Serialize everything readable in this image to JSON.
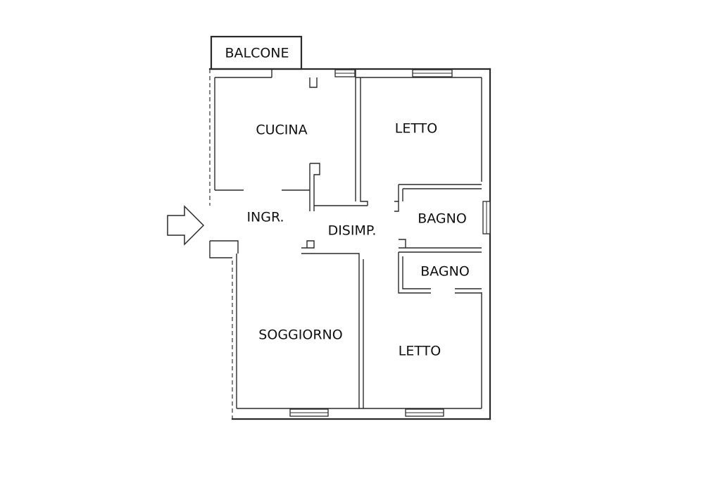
{
  "rooms": {
    "balcone": "BALCONE",
    "cucina": "CUCINA",
    "letto_top": "LETTO",
    "ingresso": "INGR.",
    "disimpegno": "DISIMP.",
    "bagno_1": "BAGNO",
    "bagno_2": "BAGNO",
    "soggiorno": "SOGGIORNO",
    "letto_bottom": "LETTO"
  },
  "entrance_marker": "entrance-arrow-icon"
}
